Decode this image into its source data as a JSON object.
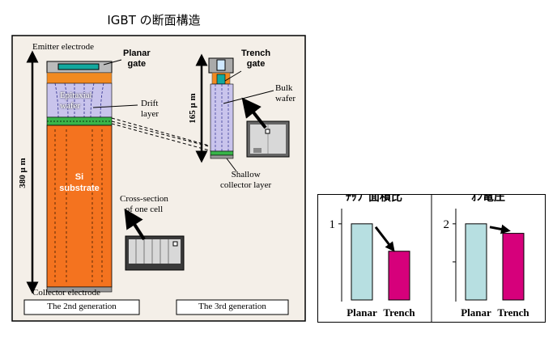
{
  "title": "IGBT の断面構造",
  "left_panel": {
    "emitter_label": "Emitter electrode",
    "planar_gate_line1": "Planar",
    "planar_gate_line2": "gate",
    "epitaxial_line1": "Epitaxial",
    "epitaxial_line2": "wafer",
    "drift_line1": "Drift",
    "drift_line2": "layer",
    "thickness_380": "380 μ m",
    "si_line1": "Si",
    "si_line2": "substrate",
    "cross_line1": "Cross-section",
    "cross_line2": "of one cell",
    "collector_label": "Collector electrode",
    "gen2_label": "The 2nd generation",
    "trench_gate_line1": "Trench",
    "trench_gate_line2": "gate",
    "bulk_line1": "Bulk",
    "bulk_line2": "wafer",
    "thickness_165": "165 μ m",
    "shallow_line1": "Shallow",
    "shallow_line2": "collector layer",
    "gen3_label": "The 3rd generation"
  },
  "chart_data": [
    {
      "type": "bar",
      "title": "ﾁｯﾌﾟ面積比",
      "categories": [
        "Planar",
        "Trench"
      ],
      "values": [
        1.0,
        0.64
      ],
      "yticks": [
        "1"
      ],
      "ytick_values": [
        1
      ],
      "ylim": [
        0,
        1.2
      ],
      "colors": [
        "#b7dfe1",
        "#d6007b"
      ]
    },
    {
      "type": "bar",
      "title": "ｵﾝ電圧",
      "categories": [
        "Planar",
        "Trench"
      ],
      "values": [
        2.0,
        1.75
      ],
      "yticks": [
        "2",
        ""
      ],
      "ytick_values": [
        2,
        1
      ],
      "ylim": [
        0,
        2.4
      ],
      "colors": [
        "#b7dfe1",
        "#d6007b"
      ]
    }
  ]
}
